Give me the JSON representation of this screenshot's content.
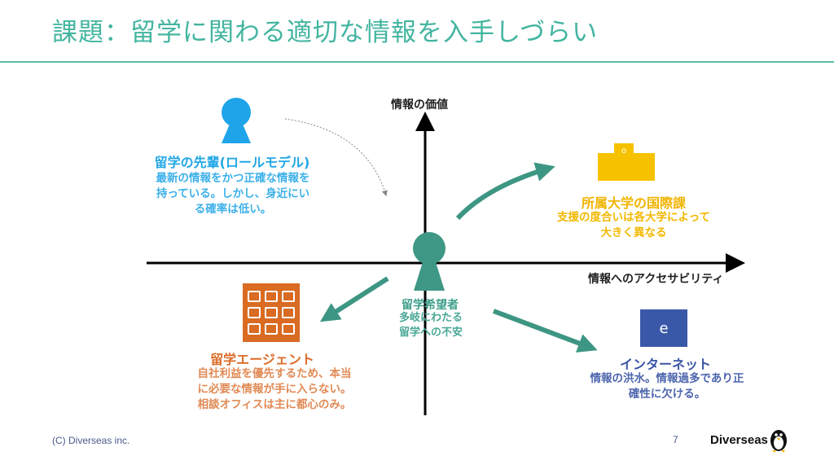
{
  "title": "課題：留学に関わる適切な情報を入手しづらい",
  "axes": {
    "y_label": "情報の価値",
    "x_label": "情報へのアクセサビリティ"
  },
  "quadrants": {
    "pioneer": {
      "title": "留学の先輩(ロールモデル)",
      "desc": [
        "最新の情報をかつ正確な情報を",
        "持っている。しかし、身近にい",
        "る確率は低い。"
      ],
      "color": "#22a7e6"
    },
    "university": {
      "title": "所属大学の国際課",
      "desc": [
        "支援の度合いは各大学によって",
        "大きく異なる"
      ],
      "color": "#f0b400"
    },
    "agent": {
      "title": "留学エージェント",
      "desc": [
        "自社利益を優先するため、本当",
        "に必要な情報が手に入らない。",
        "相談オフィスは主に都心のみ。"
      ],
      "color": "#dd6b26"
    },
    "internet": {
      "title": "インターネット",
      "desc": [
        "情報の洪水。情報過多であり正",
        "確性に欠ける。"
      ],
      "color": "#3a55a6",
      "icon_letter": "e"
    },
    "student": {
      "title": "留学希望者",
      "desc": [
        "多岐にわたる",
        "留学への不安"
      ],
      "color": "#3d9e8a"
    }
  },
  "footer": {
    "copyright": "(C) Diverseas inc.",
    "page": "7",
    "brand": "Diverseas"
  }
}
